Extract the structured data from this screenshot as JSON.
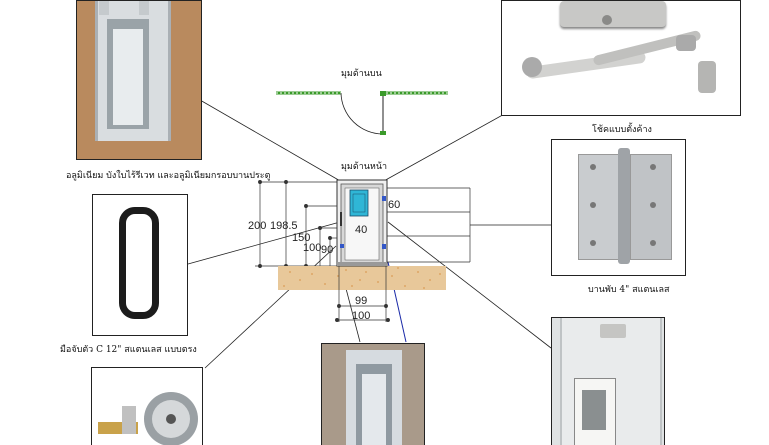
{
  "captions": {
    "aluminium_frame": "อลูมิเนียม บังใบไร้รีเวท และอลูมิเนียมกรอบบานประตู",
    "door_closer": "โช้คแบบตั้งค้าง",
    "hinge": "บานพับ 4\" สแตนเลส",
    "handle": "มือจับตัว C 12\" สแตนเลส แบบตรง",
    "top_view": "มุมด้านบน",
    "front_view": "มุมด้านหน้า"
  },
  "dimensions": {
    "total_height": "200",
    "frame_height": "198.5",
    "height_150": "150",
    "height_100": "100",
    "height_90": "90",
    "glass_width": "40",
    "glass_height": "60",
    "inner_width": "99",
    "outer_width": "100"
  },
  "colors": {
    "wall_hatch": "#3a9a2a",
    "glass": "#2fb6d6",
    "floor": "#e8c89a",
    "leader": "#222222",
    "leader_blue": "#1a2aa8"
  }
}
